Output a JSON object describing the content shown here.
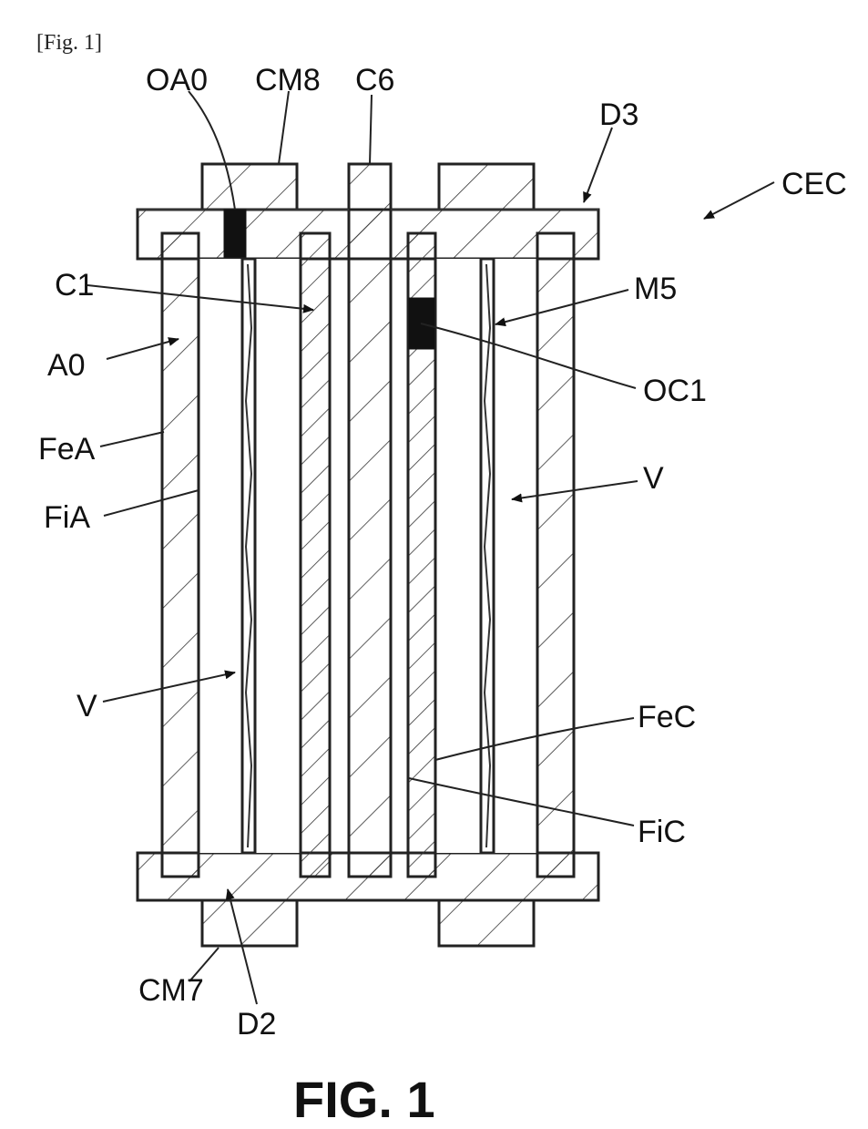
{
  "header": {
    "fig_tag": "[Fig. 1]"
  },
  "caption": "FIG. 1",
  "labels": {
    "oa0": "OA0",
    "cm8": "CM8",
    "c6": "C6",
    "d3": "D3",
    "cec": "CEC",
    "c1": "C1",
    "m5": "M5",
    "a0": "A0",
    "oc1": "OC1",
    "fea": "FeA",
    "v_right": "V",
    "fia": "FiA",
    "v_left": "V",
    "fec": "FeC",
    "fic": "FiC",
    "cm7": "CM7",
    "d2": "D2"
  },
  "colors": {
    "line": "#222222",
    "seal": "#111111",
    "background": "#ffffff"
  }
}
